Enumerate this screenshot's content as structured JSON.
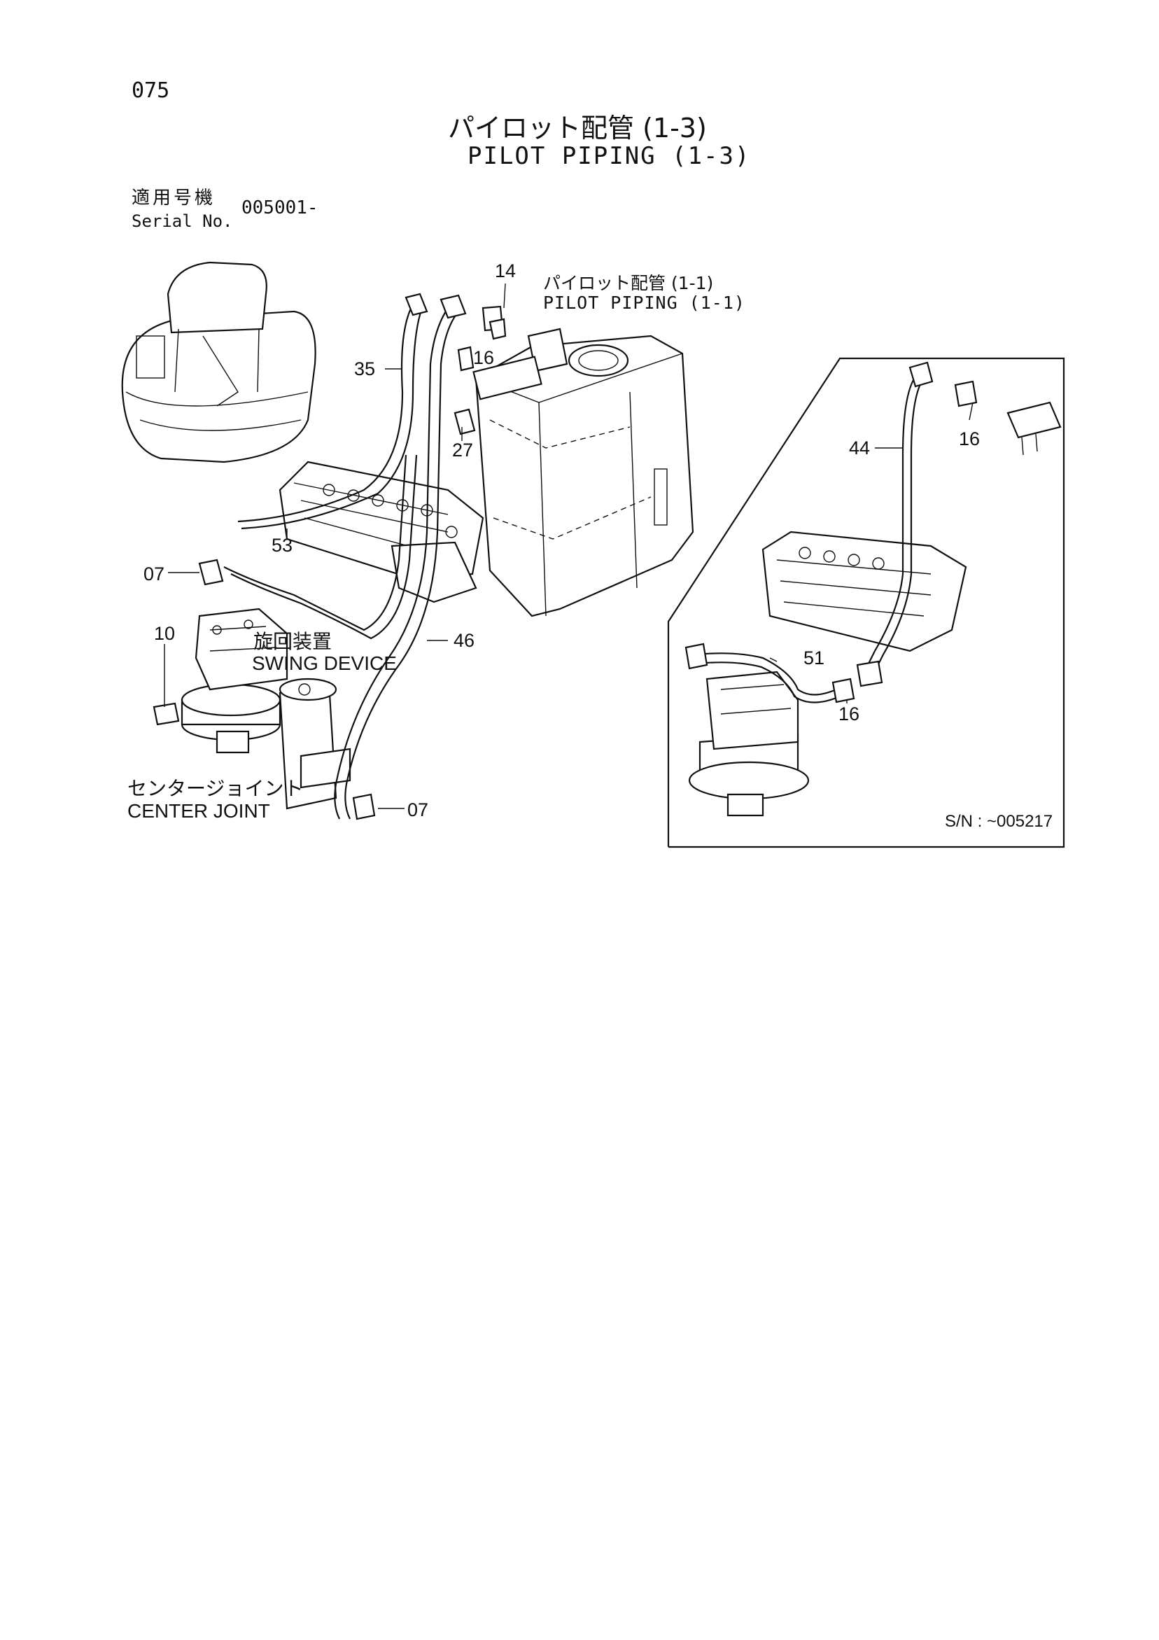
{
  "page": {
    "number": "075",
    "title_jp": "パイロット配管 (1-3)",
    "title_en": "PILOT PIPING (1-3)",
    "serial_label_jp": "適用号機",
    "serial_label_en": "Serial No.",
    "serial_value": "005001-"
  },
  "reference": {
    "jp": "パイロット配管 (1-1)",
    "en": "PILOT PIPING (1-1)"
  },
  "components": {
    "swing_jp": "旋回装置",
    "swing_en": "SWING DEVICE",
    "center_jp": "センタージョイント",
    "center_en": "CENTER JOINT"
  },
  "callouts": [
    "14",
    "16",
    "35",
    "27",
    "53",
    "07",
    "10",
    "46",
    "07",
    "44",
    "16",
    "51",
    "16"
  ],
  "inset": {
    "serial_note": "S/N : ~005217"
  }
}
